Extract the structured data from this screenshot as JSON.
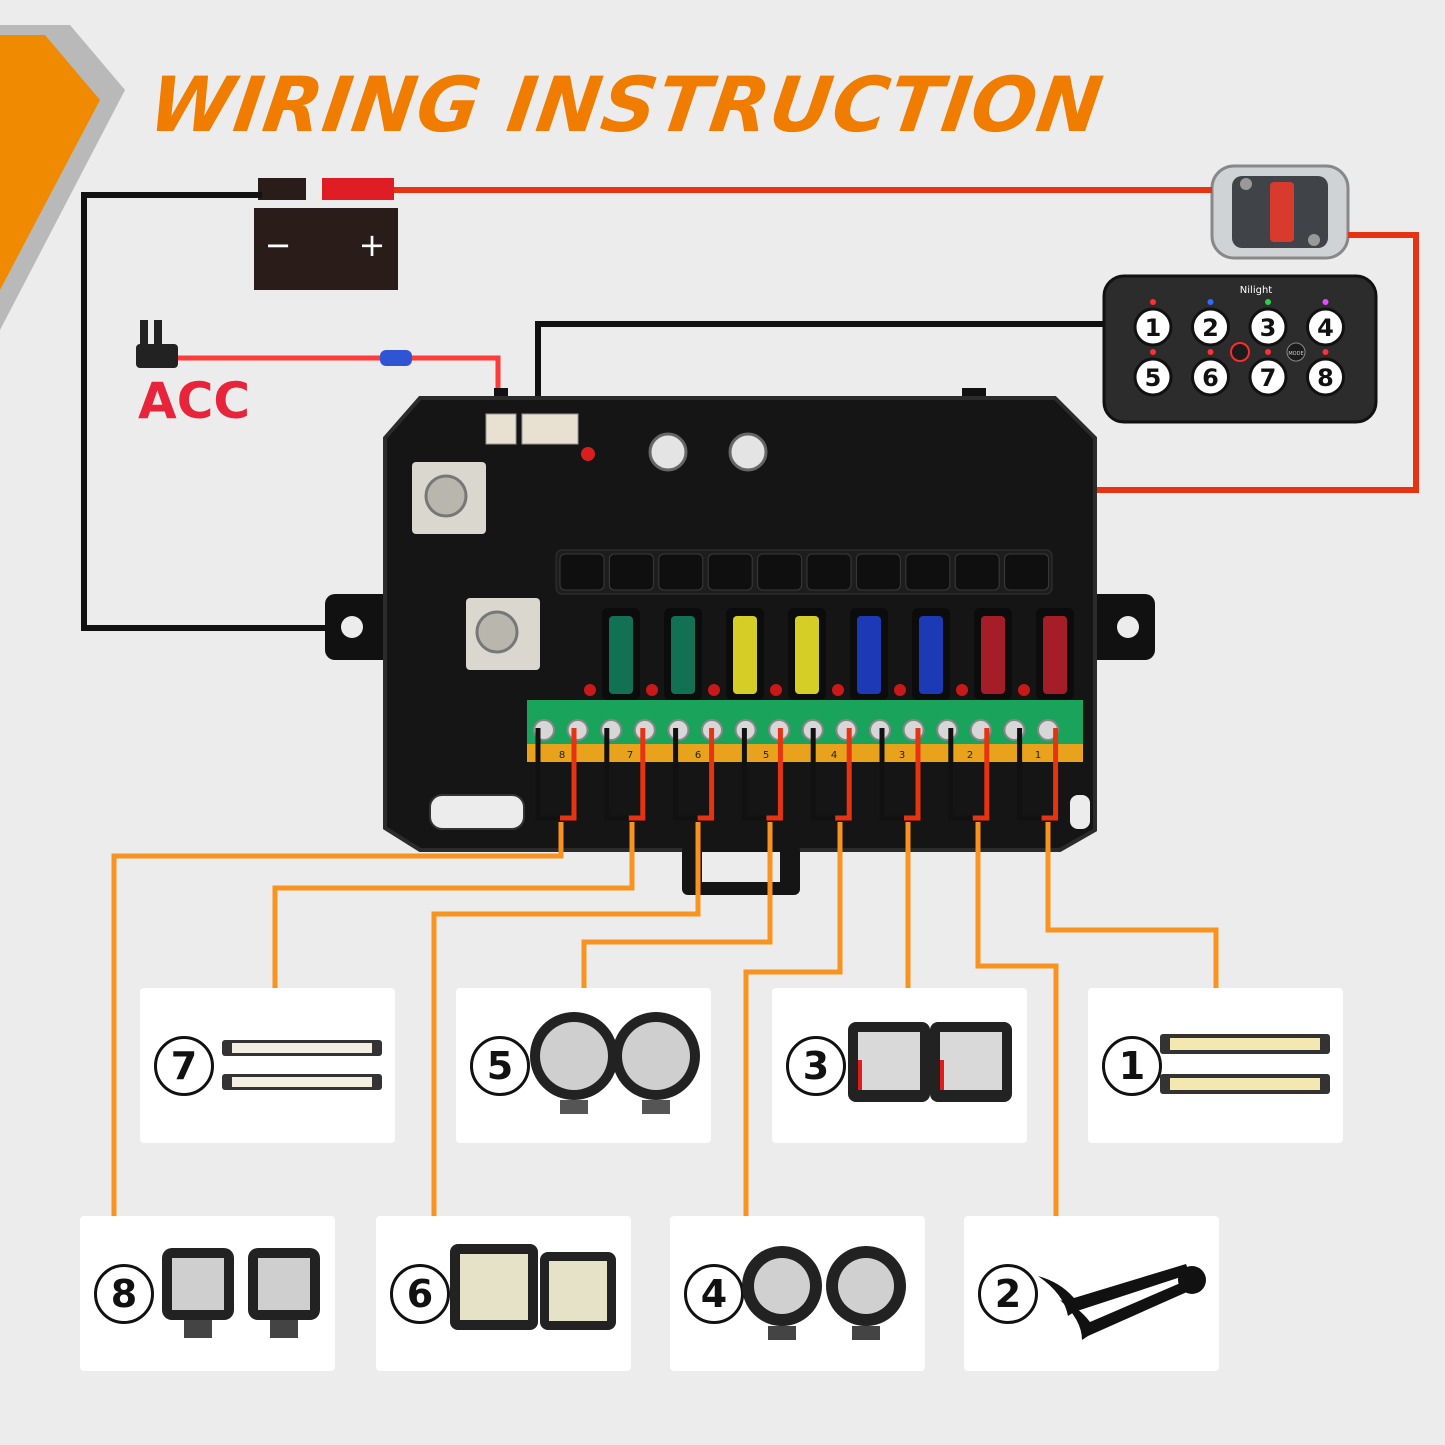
{
  "title": "WIRING INSTRUCTION",
  "acc_label": "ACC",
  "battery": {
    "negative": "−",
    "positive": "+"
  },
  "controller": {
    "brand": "Nilight",
    "buttons": [
      "1",
      "2",
      "3",
      "4",
      "5",
      "6",
      "7",
      "8"
    ],
    "mode_label": "MODE"
  },
  "fuse_labels": [
    "8",
    "7",
    "6",
    "5",
    "4",
    "3",
    "2",
    "1"
  ],
  "devices": [
    {
      "number": "7",
      "icon": "light-bar-icon"
    },
    {
      "number": "5",
      "icon": "round-light-icon"
    },
    {
      "number": "3",
      "icon": "cube-light-icon"
    },
    {
      "number": "1",
      "icon": "light-bar-icon"
    },
    {
      "number": "8",
      "icon": "pod-light-icon"
    },
    {
      "number": "6",
      "icon": "cube-light-icon"
    },
    {
      "number": "4",
      "icon": "round-pod-light-icon"
    },
    {
      "number": "2",
      "icon": "air-horn-icon"
    }
  ],
  "colors": {
    "accent": "#f07c00",
    "wire_positive": "#e63312",
    "wire_ground": "#111111",
    "wire_output": "#f7931e",
    "acc_wire": "#ff3b3b"
  }
}
